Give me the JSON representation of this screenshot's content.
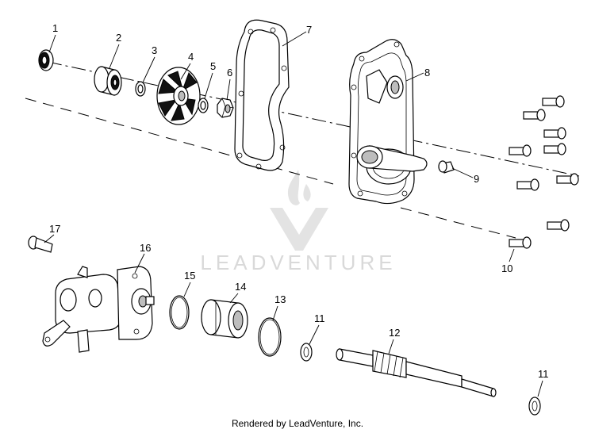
{
  "callouts": {
    "c1": "1",
    "c2": "2",
    "c3": "3",
    "c4": "4",
    "c5": "5",
    "c6": "6",
    "c7": "7",
    "c8": "8",
    "c9": "9",
    "c10": "10",
    "c11a": "11",
    "c11b": "11",
    "c12": "12",
    "c13": "13",
    "c14": "14",
    "c15": "15",
    "c16": "16",
    "c17": "17"
  },
  "watermark": {
    "text": "LEADVENTURE"
  },
  "footer": {
    "text": "Rendered by LeadVenture, Inc."
  }
}
